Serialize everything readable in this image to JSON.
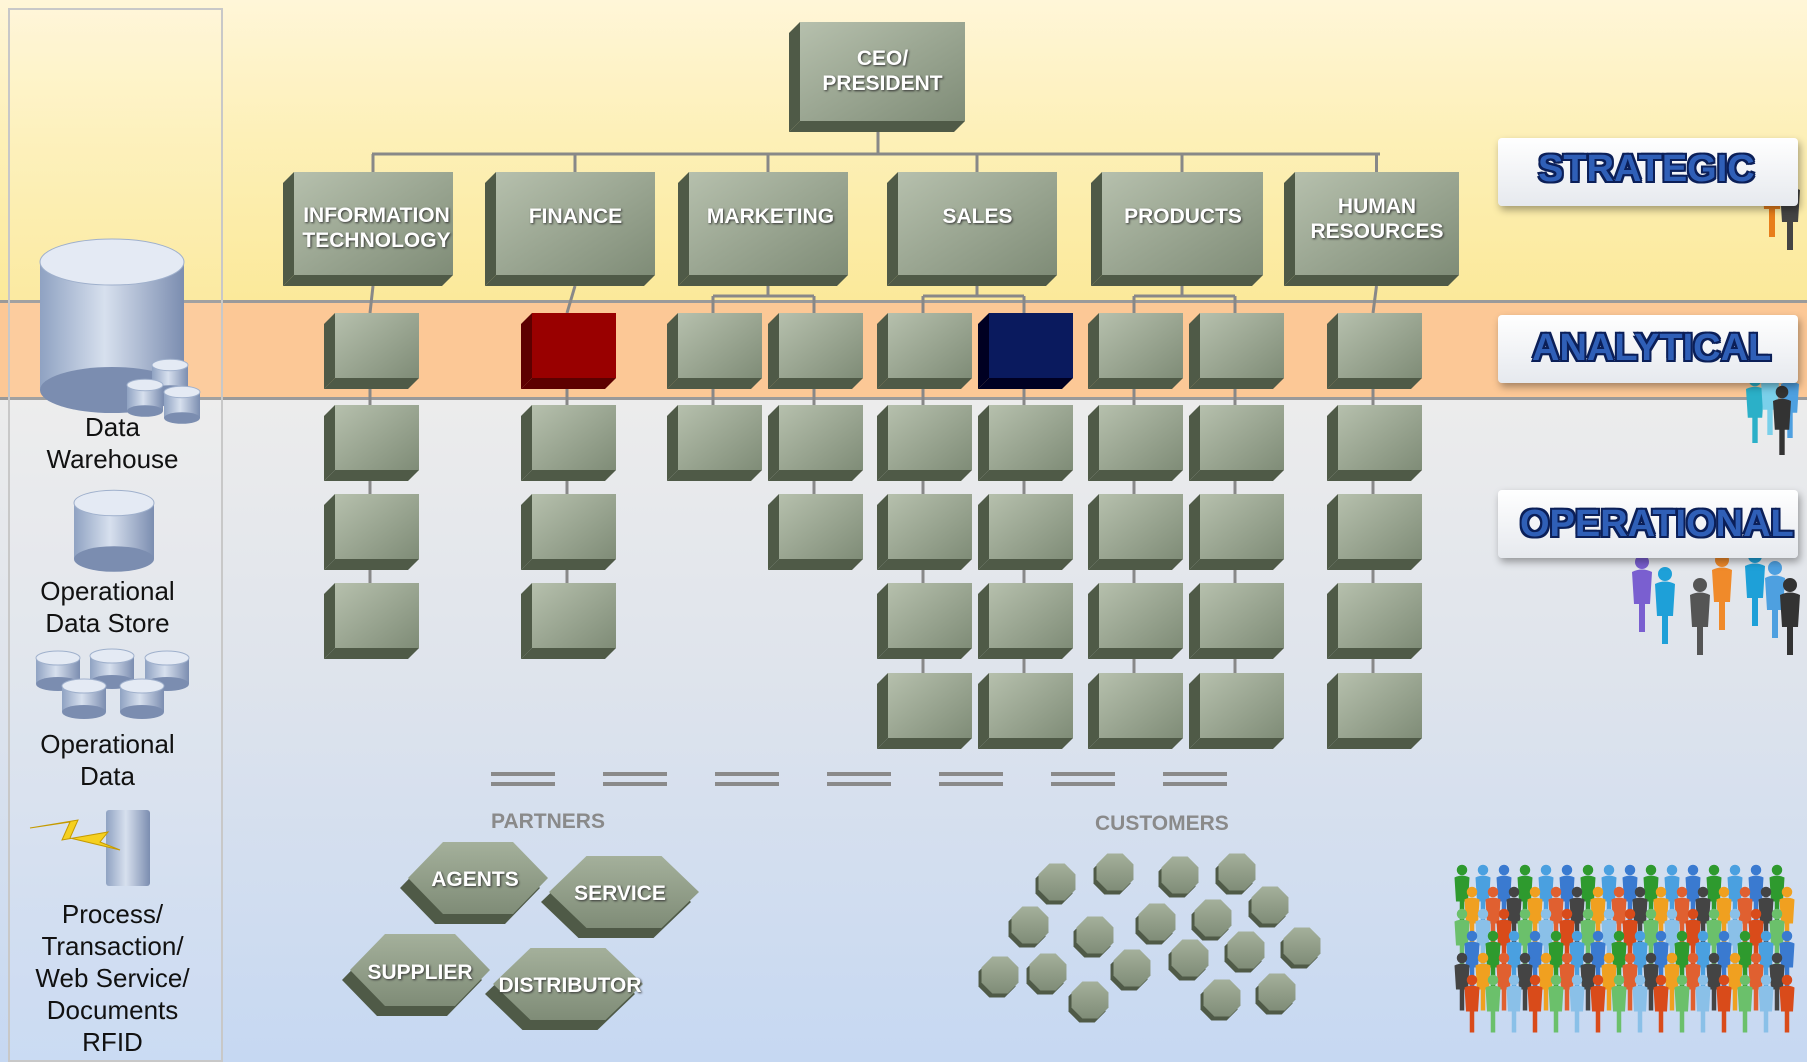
{
  "org": {
    "ceo": "CEO/ PRESIDENT",
    "departments": [
      {
        "name": "INFORMATION TECHNOLOGY"
      },
      {
        "name": "FINANCE"
      },
      {
        "name": "MARKETING"
      },
      {
        "name": "SALES"
      },
      {
        "name": "PRODUCTS"
      },
      {
        "name": "HUMAN RESOURCES"
      }
    ]
  },
  "levels": {
    "strategic": "STRATEGIC",
    "analytical": "ANALYTICAL",
    "operational": "OPERATIONAL"
  },
  "data_sources": {
    "data_warehouse": "Data Warehouse",
    "operational_data_store": "Operational Data Store",
    "operational_data": "Operational Data",
    "process": "Process/ Transaction/ Web Service/ Documents RFID"
  },
  "partners": {
    "label": "PARTNERS",
    "items": [
      "AGENTS",
      "SERVICE",
      "SUPPLIER",
      "DISTRIBUTOR"
    ]
  },
  "customers": {
    "label": "CUSTOMERS"
  },
  "colors": {
    "box_face": "#92a08a",
    "box_dark": "#4f5a47",
    "finance_highlight": "#990000",
    "sales_highlight": "#0a1a5e",
    "level_text": "#2f5fb7"
  },
  "icons": [
    "cylinder-database-icon",
    "lightning-document-icon",
    "people-crowd-icon"
  ]
}
